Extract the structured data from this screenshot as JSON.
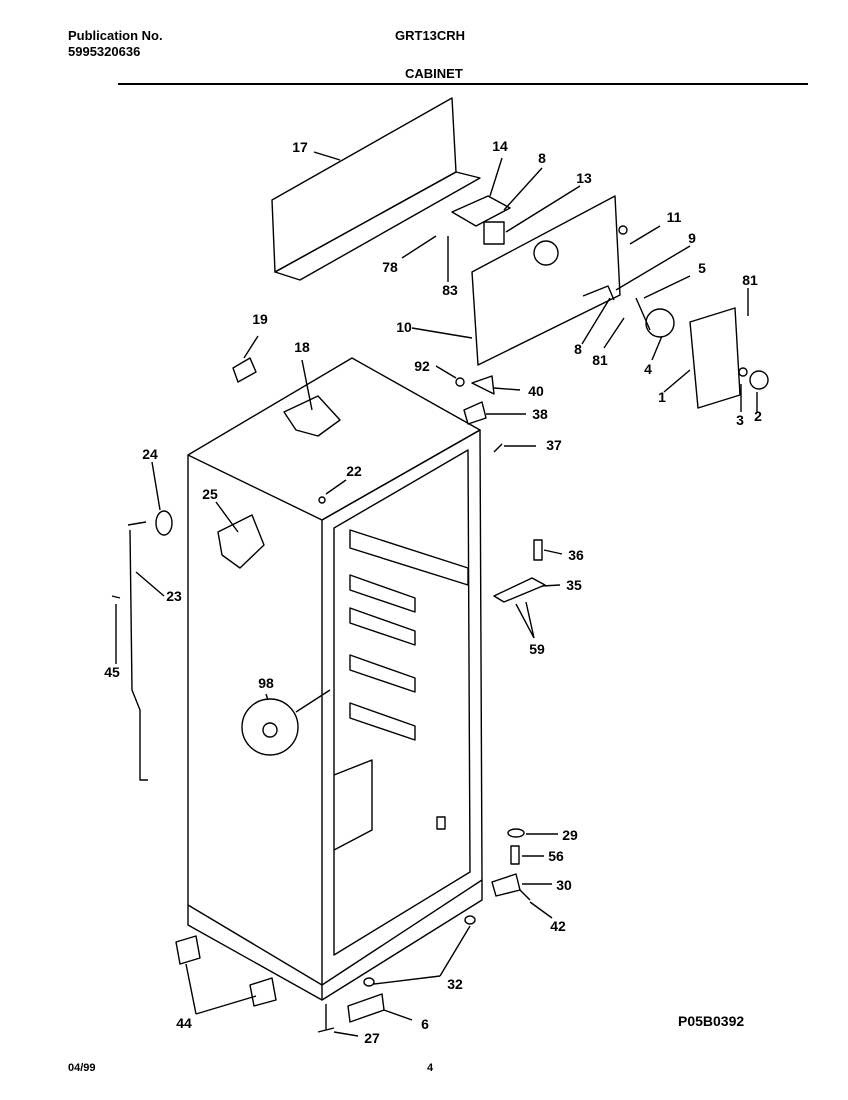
{
  "header": {
    "publication_label": "Publication No.",
    "publication_number": "5995320636",
    "model": "GRT13CRH",
    "section": "CABINET"
  },
  "footer": {
    "date": "04/99",
    "page": "4",
    "drawing_code": "P05B0392"
  },
  "callouts": [
    "17",
    "14",
    "8",
    "13",
    "11",
    "9",
    "5",
    "81",
    "78",
    "83",
    "10",
    "8",
    "81",
    "4",
    "1",
    "3",
    "2",
    "19",
    "18",
    "92",
    "40",
    "38",
    "37",
    "22",
    "24",
    "25",
    "36",
    "35",
    "59",
    "23",
    "45",
    "98",
    "29",
    "56",
    "30",
    "42",
    "44",
    "32",
    "6",
    "27"
  ]
}
